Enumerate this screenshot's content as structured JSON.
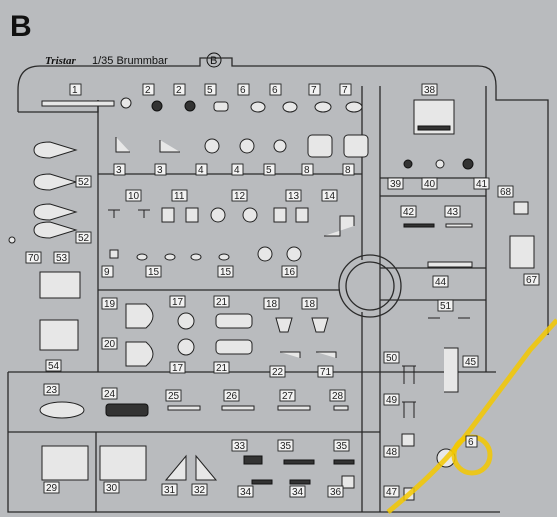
{
  "sheet": {
    "letter": "B",
    "brand": "Tristar",
    "scale_title": "1/35 Brummbar",
    "sprue_id": "B"
  },
  "part_numbers": [
    "1",
    "2",
    "2",
    "5",
    "6",
    "6",
    "7",
    "7",
    "38",
    "3",
    "3",
    "4",
    "4",
    "5",
    "8",
    "8",
    "39",
    "40",
    "41",
    "52",
    "10",
    "11",
    "12",
    "13",
    "14",
    "42",
    "43",
    "68",
    "52",
    "70",
    "53",
    "9",
    "15",
    "15",
    "16",
    "44",
    "67",
    "19",
    "17",
    "21",
    "18",
    "18",
    "51",
    "20",
    "17",
    "21",
    "22",
    "71",
    "45",
    "54",
    "50",
    "23",
    "24",
    "25",
    "26",
    "27",
    "28",
    "49",
    "48",
    "33",
    "35",
    "35",
    "6",
    "29",
    "30",
    "31",
    "32",
    "34",
    "34",
    "36",
    "47"
  ]
}
